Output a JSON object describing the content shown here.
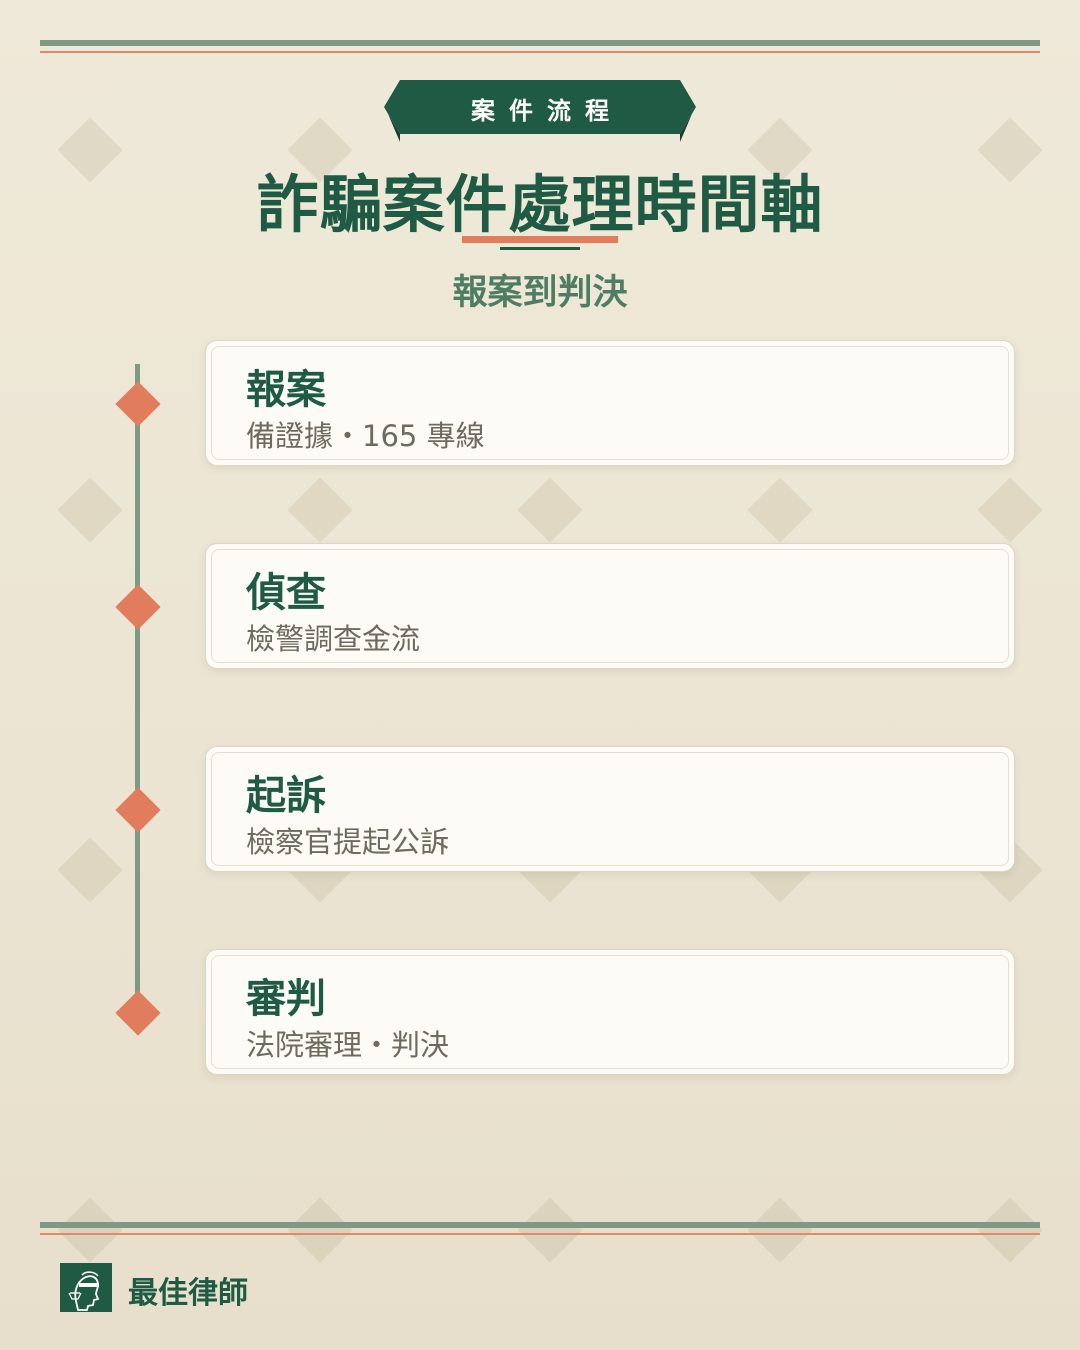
{
  "header": {
    "ribbon_label": "案件流程",
    "title": "詐騙案件處理時間軸",
    "subtitle": "報案到判決"
  },
  "timeline": [
    {
      "title": "報案",
      "desc": "備證據・165 專線"
    },
    {
      "title": "偵查",
      "desc": "檢警調查金流"
    },
    {
      "title": "起訴",
      "desc": "檢察官提起公訴"
    },
    {
      "title": "審判",
      "desc": "法院審理・判決"
    }
  ],
  "footer": {
    "brand_name": "最佳律師",
    "logo_icon": "lady-justice-icon"
  },
  "colors": {
    "primary_green": "#1f5a44",
    "accent_orange": "#e17d5c",
    "line_green": "#7e9a84",
    "background": "#ede7d6"
  }
}
